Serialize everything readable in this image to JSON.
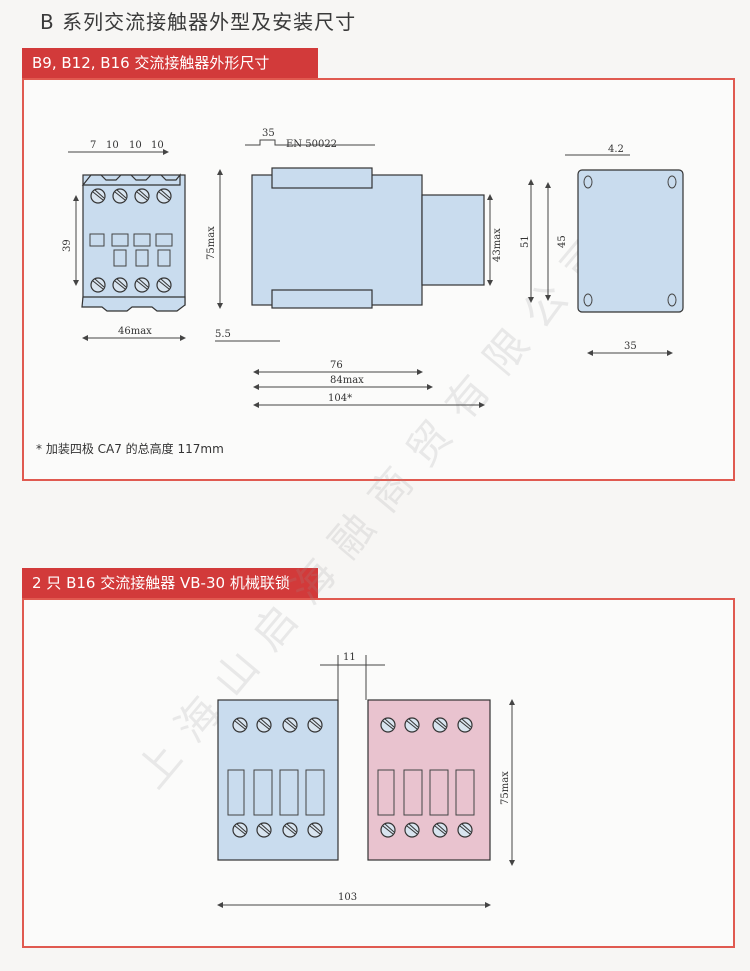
{
  "page_title": "B 系列交流接触器外型及安装尺寸",
  "section1": {
    "banner": "B9, B12, B16 交流接触器外形尺寸",
    "front_view": {
      "pitch": [
        "7",
        "10",
        "10",
        "10"
      ],
      "height": "39",
      "width": "46max"
    },
    "side_view": {
      "rail": "35",
      "standard": "EN 50022",
      "height": "75max",
      "aux_height": "43max",
      "offset": "5.5",
      "depth1": "76",
      "depth2": "84max",
      "depth3": "104*"
    },
    "mounting_plate": {
      "hole": "4.2",
      "h1": "51",
      "h2": "45",
      "width": "35"
    },
    "note": "* 加装四极 CA7 的总高度 117mm"
  },
  "section2": {
    "banner": "2 只 B16 交流接触器 VB-30 机械联锁",
    "gap": "11",
    "height": "75max",
    "total_width": "103"
  },
  "watermark": "上海山启海融商贸有限公司",
  "colors": {
    "banner": "#d23a3a",
    "border": "#e05a50",
    "contactor_blue": "#c9dcee",
    "contactor_pink": "#e9c3cf"
  }
}
